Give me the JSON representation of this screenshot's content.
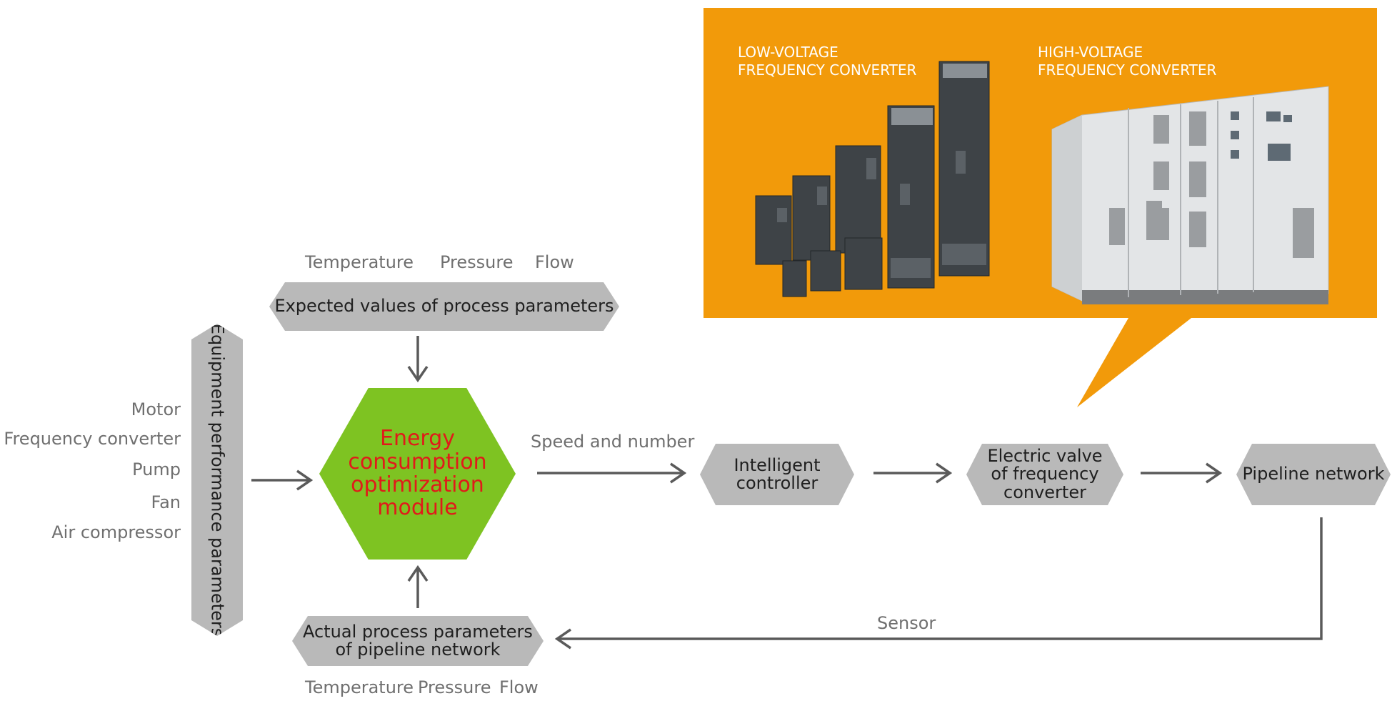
{
  "panel": {
    "low_voltage_title": "LOW-VOLTAGE\nFREQUENCY CONVERTER",
    "high_voltage_title": "HIGH-VOLTAGE\nFREQUENCY CONVERTER",
    "low_voltage_image": "low-voltage converter units product photo",
    "high_voltage_image": "high-voltage converter cabinet product photo",
    "color": "#f29a0a"
  },
  "top_params": {
    "temperature": "Temperature",
    "pressure": "Pressure",
    "flow": "Flow"
  },
  "expected_box": "Expected values of process parameters",
  "equipment_box": "Equipment performance parameters",
  "equipment_list": [
    "Motor",
    "Frequency converter",
    "Pump",
    "Fan",
    "Air compressor"
  ],
  "center_module": {
    "label": "Energy\nconsumption\noptimization\nmodule",
    "fill_color": "#7ec322",
    "text_color": "#e11a1a"
  },
  "speed_label": "Speed and number",
  "intelligent_controller": "Intelligent\ncontroller",
  "electric_valve": "Electric valve\nof frequency\nconverter",
  "pipeline_network": "Pipeline network",
  "sensor_label": "Sensor",
  "actual_box": "Actual process parameters\nof pipeline network",
  "bottom_params": {
    "temperature": "Temperature",
    "pressure": "Pressure",
    "flow": "Flow"
  },
  "colors": {
    "node_gray": "#b9b9b9",
    "arrow": "#5a5a5a",
    "label_gray": "#6f6f6f"
  }
}
